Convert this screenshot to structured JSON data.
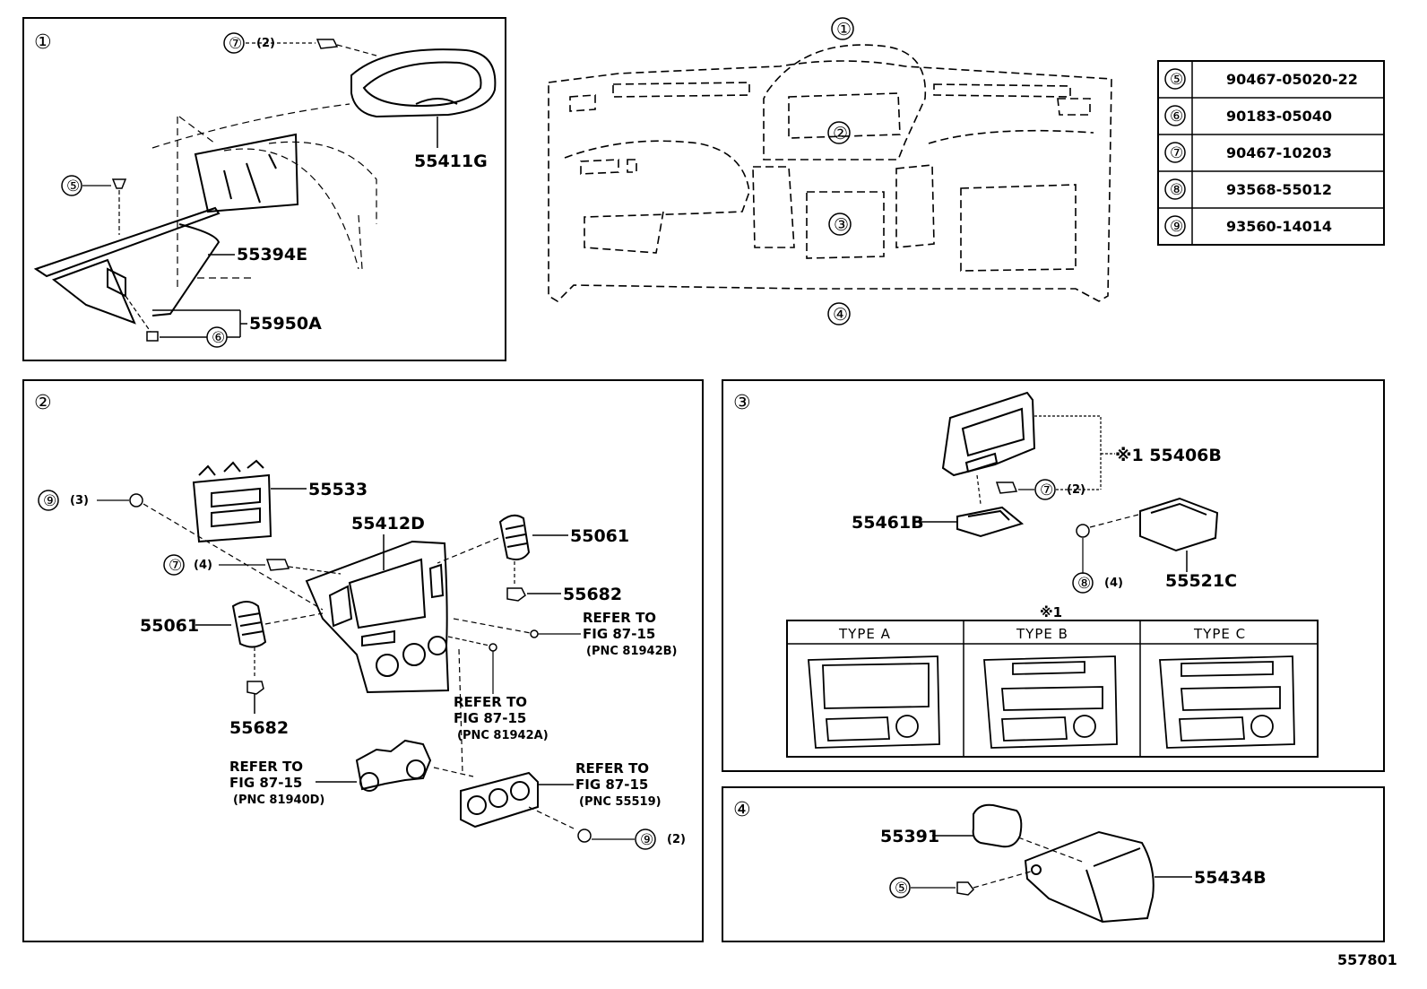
{
  "diagram_id": "557801",
  "overview": {
    "callouts": [
      "①",
      "②",
      "③",
      "④"
    ]
  },
  "parts_table": [
    {
      "ref": "⑤",
      "number": "90467-05020-22"
    },
    {
      "ref": "⑥",
      "number": "90183-05040"
    },
    {
      "ref": "⑦",
      "number": "90467-10203"
    },
    {
      "ref": "⑧",
      "number": "93568-55012"
    },
    {
      "ref": "⑨",
      "number": "93560-14014"
    }
  ],
  "panel1": {
    "tag": "①",
    "qty7": "(2)",
    "ref5": "⑤",
    "ref6": "⑥",
    "ref7": "⑦",
    "part_55411G": "55411G",
    "part_55394E": "55394E",
    "part_55950A": "55950A"
  },
  "panel2": {
    "tag": "②",
    "qty9a": "(3)",
    "qty7": "(4)",
    "qty9b": "(2)",
    "ref7": "⑦",
    "ref9a": "⑨",
    "ref9b": "⑨",
    "part_55533": "55533",
    "part_55412D": "55412D",
    "part_55061_right": "55061",
    "part_55682_right": "55682",
    "part_55061_left": "55061",
    "part_55682_left": "55682",
    "refer_b": [
      "REFER TO",
      "FIG 87-15",
      "(PNC 81942B)"
    ],
    "refer_a": [
      "REFER TO",
      "FIG 87-15",
      "(PNC 81942A)"
    ],
    "refer_d": [
      "REFER TO",
      "FIG 87-15",
      "(PNC 81940D)"
    ],
    "refer_55519": [
      "REFER TO",
      "FIG 87-15",
      "(PNC 55519)"
    ]
  },
  "panel3": {
    "tag": "③",
    "part_55406B": "※1 55406B",
    "part_55461B": "55461B",
    "part_55521C": "55521C",
    "qty7": "(2)",
    "qty8": "(4)",
    "ref7": "⑦",
    "ref8": "⑧",
    "note": "※1",
    "types": [
      "TYPE A",
      "TYPE B",
      "TYPE C"
    ]
  },
  "panel4": {
    "tag": "④",
    "part_55391": "55391",
    "part_55434B": "55434B",
    "ref5": "⑤"
  }
}
